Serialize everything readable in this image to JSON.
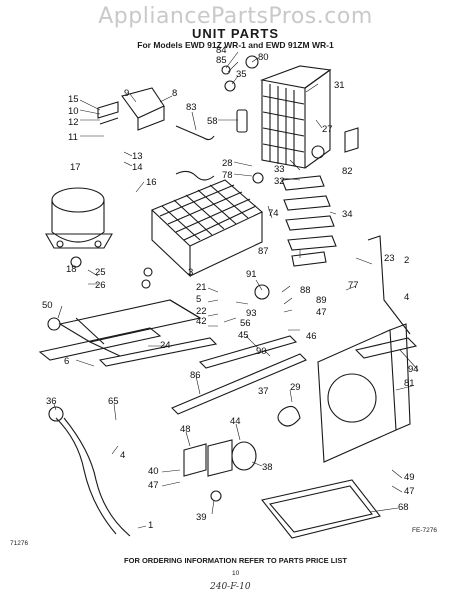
{
  "watermark": "AppliancePartsPros.com",
  "title": "UNIT PARTS",
  "subtitle": "For Models EWD 91Z WR-1 and EWD 91ZM WR-1",
  "footer_note": "FOR ORDERING INFORMATION REFER TO PARTS PRICE LIST",
  "figure_code_left": "71276",
  "figure_code_right": "FE-7276",
  "page_number": "10",
  "handwritten_note": "240-F-10",
  "callouts": [
    "84",
    "85",
    "80",
    "35",
    "31",
    "9",
    "8",
    "15",
    "10",
    "12",
    "11",
    "83",
    "58",
    "27",
    "13",
    "14",
    "17",
    "16",
    "28",
    "78",
    "33",
    "32",
    "82",
    "74",
    "34",
    "3",
    "87",
    "2",
    "23",
    "25",
    "18",
    "26",
    "21",
    "5",
    "22",
    "91",
    "88",
    "77",
    "4",
    "50",
    "93",
    "89",
    "47",
    "42",
    "56",
    "46",
    "24",
    "6",
    "45",
    "90",
    "94",
    "36",
    "65",
    "86",
    "29",
    "37",
    "81",
    "48",
    "44",
    "4",
    "38",
    "40",
    "47",
    "49",
    "47",
    "39",
    "1",
    "68"
  ]
}
